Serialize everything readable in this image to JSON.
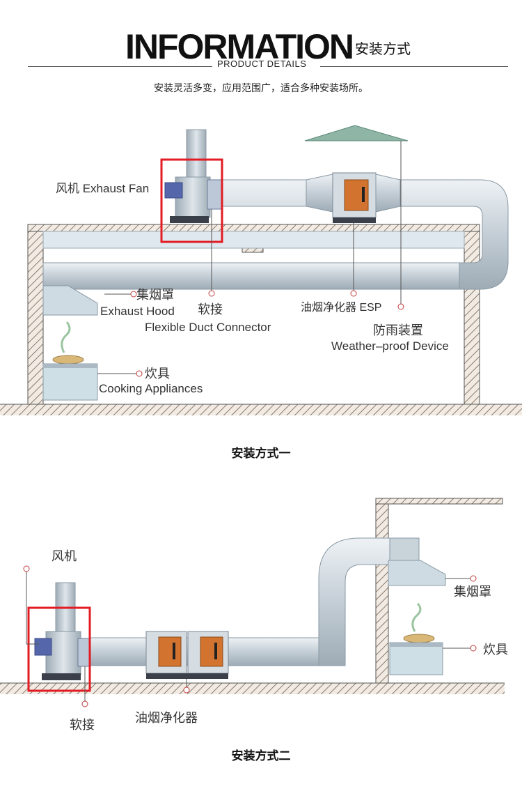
{
  "header": {
    "title": "INFORMATION",
    "title_cn": "安装方式",
    "subtitle": "PRODUCT DETAILS",
    "intro": "安装灵活多变，应用范围广，适合多种安装场所。"
  },
  "diagram1": {
    "caption": "安装方式一",
    "labels": {
      "fan": "风机 Exhaust Fan",
      "hood_cn": "集烟罩",
      "hood_en": "Exhaust Hood",
      "connector_cn": "软接",
      "connector_en": "Flexible Duct Connector",
      "esp": "油烟净化器 ESP",
      "weather_cn": "防雨装置",
      "weather_en": "Weather–proof Device",
      "cooking_cn": "炊具",
      "cooking_en": "Cooking Appliances"
    }
  },
  "diagram2": {
    "caption": "安装方式二",
    "labels": {
      "fan": "风机",
      "hood": "集烟罩",
      "cooking": "炊具",
      "connector": "软接",
      "esp": "油烟净化器"
    }
  },
  "colors": {
    "highlight": "#e31b23",
    "duct": "#c9d3da",
    "esp_panel": "#d2742f",
    "wall_hatch": "#8a7a6a",
    "roof_cap": "#8fb5a6"
  }
}
